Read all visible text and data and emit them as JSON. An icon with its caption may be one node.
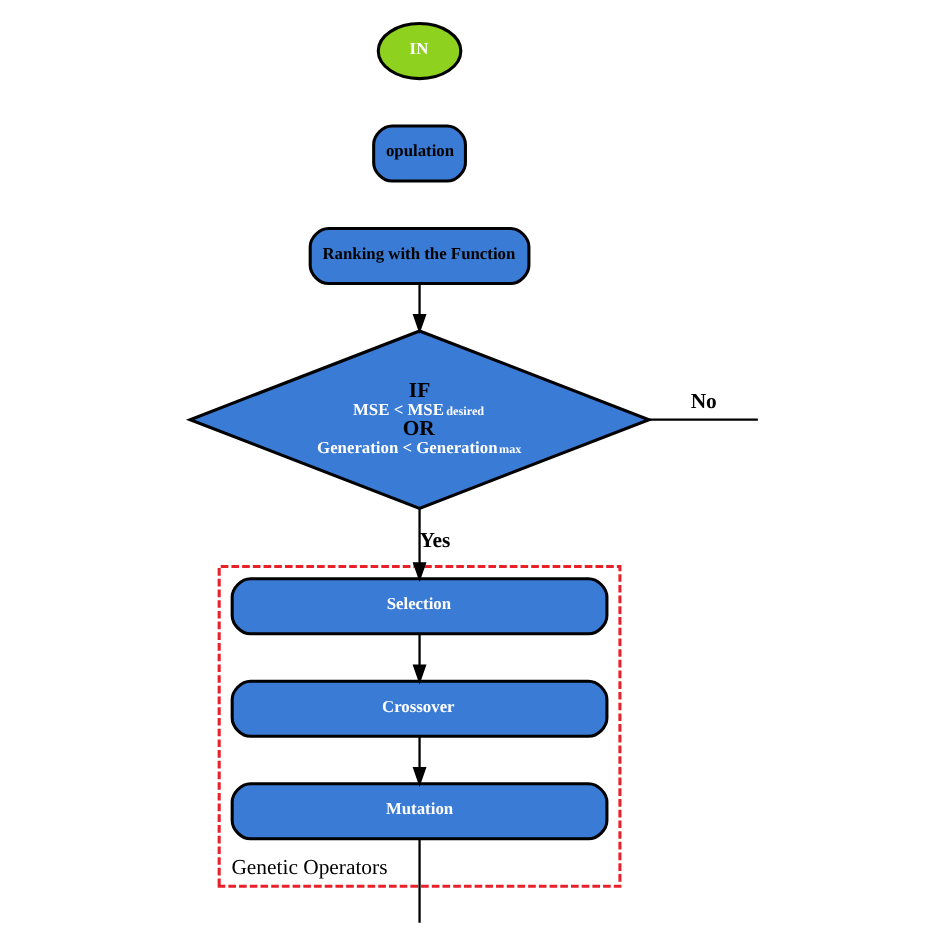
{
  "diagram": {
    "nodes": [
      {
        "text": [
          "IN"
        ]
      },
      {
        "text": [
          "opulation"
        ]
      },
      {
        "text": [
          "Ranking with the Function"
        ]
      },
      {
        "text": [
          "IF",
          "MSE < MSE$_{desired}$",
          "OR",
          "Generation < Generation$_{max}$"
        ]
      },
      {
        "text": [
          "Genetic Operators"
        ]
      },
      {
        "text": [
          "Selection"
        ],
        "in": 4
      },
      {
        "text": [
          "Crossover"
        ],
        "in": 4
      },
      {
        "text": [
          "Mutation"
        ],
        "in": 4
      }
    ],
    "edges": [
      {
        "from": 2,
        "to": 3,
        "arrow": "to"
      },
      {
        "from": 3,
        "to": null,
        "arrow": "none",
        "label": "No"
      },
      {
        "from": 3,
        "to": 5,
        "arrow": "to",
        "label": "Yes"
      },
      {
        "from": 5,
        "to": 6,
        "arrow": "to"
      },
      {
        "from": 6,
        "to": 7,
        "arrow": "to"
      },
      {
        "from": 7,
        "to": null,
        "arrow": "none"
      }
    ]
  }
}
